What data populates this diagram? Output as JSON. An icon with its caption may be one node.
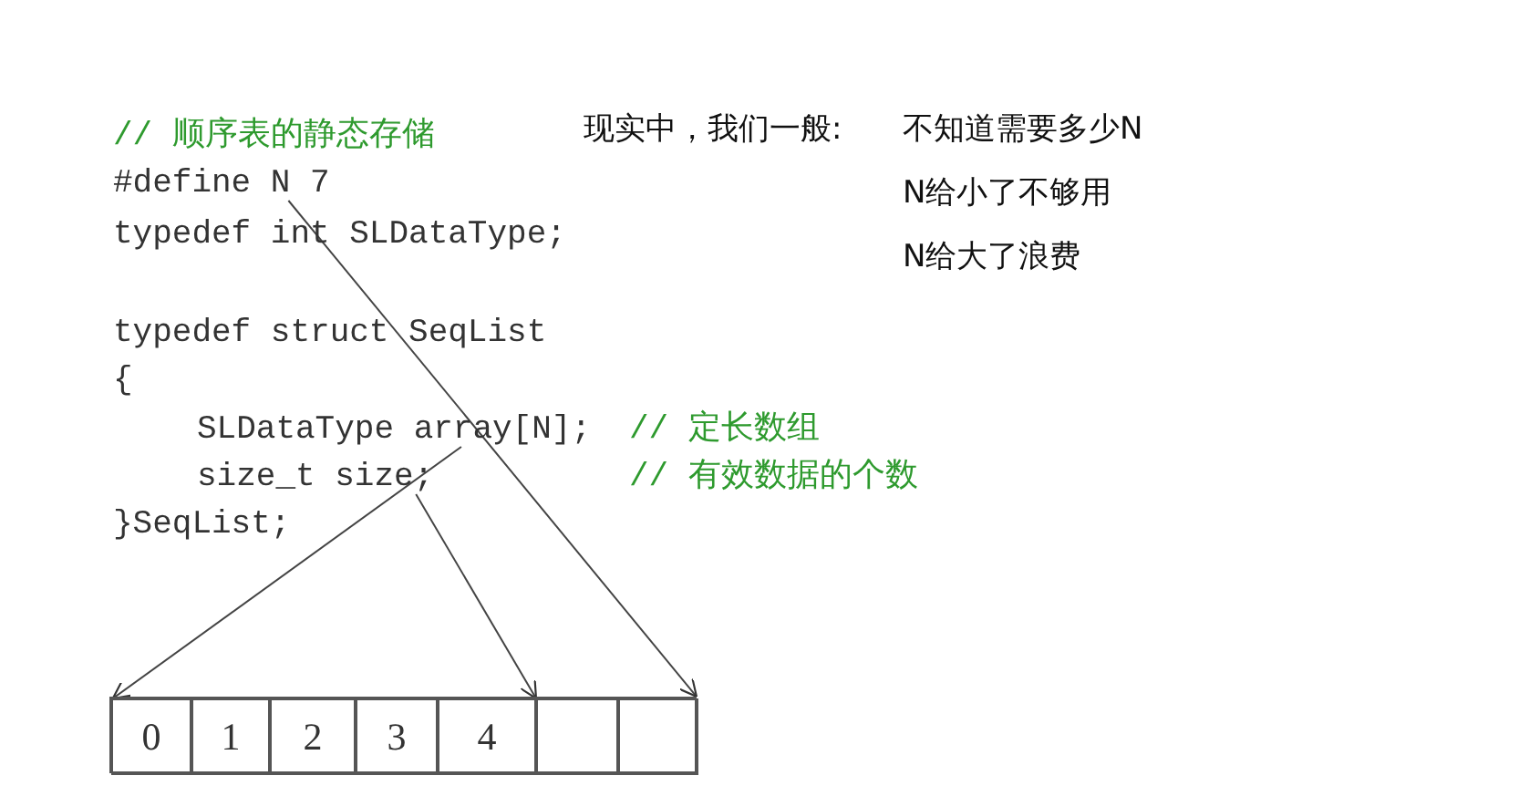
{
  "diagram": {
    "nodes": [
      {
        "text": [
          "#define N 7"
        ]
      },
      {
        "text": [
          "SLDataType array[N];"
        ]
      },
      {
        "text": [
          "size_t size;"
        ]
      },
      {
        "text": [],
        "shape": "box"
      },
      {
        "text": [
          "0"
        ],
        "in": 3
      },
      {
        "text": [
          "1"
        ],
        "in": 3
      },
      {
        "text": [
          "2"
        ],
        "in": 3
      },
      {
        "text": [
          "3"
        ],
        "in": 3
      },
      {
        "text": [
          "4"
        ],
        "in": 3
      },
      {
        "text": [],
        "shape": "box",
        "in": 3
      },
      {
        "text": [],
        "shape": "box",
        "in": 3
      }
    ],
    "edges": [
      {
        "from": 0,
        "to": 3,
        "arrow": "to"
      },
      {
        "from": 1,
        "to": 4,
        "arrow": "to"
      },
      {
        "from": 2,
        "to": 8,
        "arrow": "to"
      }
    ],
    "labels": [
      "// 顺序表的静态存储",
      "typedef int SLDataType;",
      "typedef struct SeqList",
      "{",
      "// 定长数组",
      "// 有效数据的个数",
      "}SeqList;",
      "现实中，我们一般:",
      "不知道需要多少N",
      "N给小了不够用",
      "N给大了浪费"
    ]
  }
}
